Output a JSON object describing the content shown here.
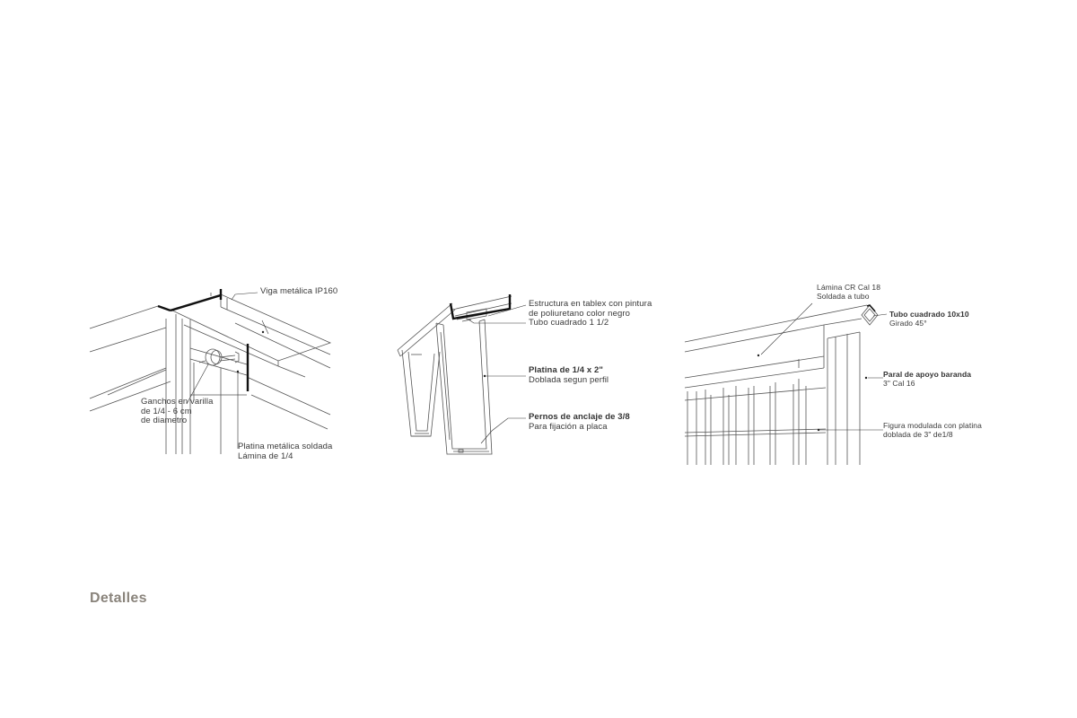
{
  "caption": "Detalles",
  "detail_1": {
    "labels": {
      "beam": "Viga metálica IP160",
      "hooks_l1": "Ganchos en varilla",
      "hooks_l2": "de 1/4 - 6 cm",
      "hooks_l3": "de diametro",
      "plate_l1": "Platina metálica soldada",
      "plate_l2": "Lámina de 1/4"
    }
  },
  "detail_2": {
    "labels": {
      "structure_l1": "Estructura en tablex con pintura",
      "structure_l2": "de poliuretano color negro",
      "tube": "Tubo cuadrado 1 1/2",
      "platina_title": "Platina de 1/4 x 2\"",
      "platina_sub": "Doblada segun perfil",
      "bolts_title": "Pernos de anclaje de 3/8",
      "bolts_sub": "Para fijación a placa"
    }
  },
  "detail_3": {
    "labels": {
      "sheet_l1": "Lámina CR Cal 18",
      "sheet_l2": "Soldada a tubo",
      "tube_title": "Tubo cuadrado 10x10",
      "tube_sub": "Girado 45°",
      "post_title": "Paral de apoyo baranda",
      "post_sub": "3\" Cal 16",
      "figure_l1": "Figura modulada con platina",
      "figure_l2": "doblada de 3\" de1/8"
    }
  }
}
